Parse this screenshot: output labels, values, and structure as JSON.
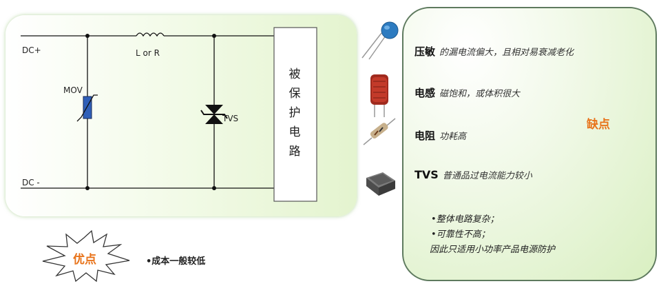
{
  "circuit": {
    "dc_plus": "DC+",
    "dc_minus": "DC -",
    "series_element": "L or R",
    "mov_label": "MOV",
    "tvs_label": "TVS",
    "protected_box_chars": [
      "被",
      "保",
      "护",
      "电",
      "路"
    ]
  },
  "drawbacks": {
    "burst_label": "缺点",
    "items": [
      {
        "name": "压敏",
        "desc": "的漏电流偏大，且相对易衰减老化"
      },
      {
        "name": "电感",
        "desc": "磁饱和，或体积很大"
      },
      {
        "name": "电阻",
        "desc": "功耗高"
      },
      {
        "name": "TVS",
        "desc": "普通品过电流能力较小"
      }
    ],
    "summary": [
      "•整体电路复杂；",
      "•可靠性不高；",
      "因此只适用小功率产品电源防护"
    ]
  },
  "advantages": {
    "burst_label": "优点",
    "text": "•成本一般较低"
  },
  "colors": {
    "panel_green": "#e4f4cf",
    "burst_fill": "#ffffff",
    "burst_stroke": "#333333",
    "burst_text": "#e8731a",
    "mov_blue": "#2f5fb8"
  }
}
